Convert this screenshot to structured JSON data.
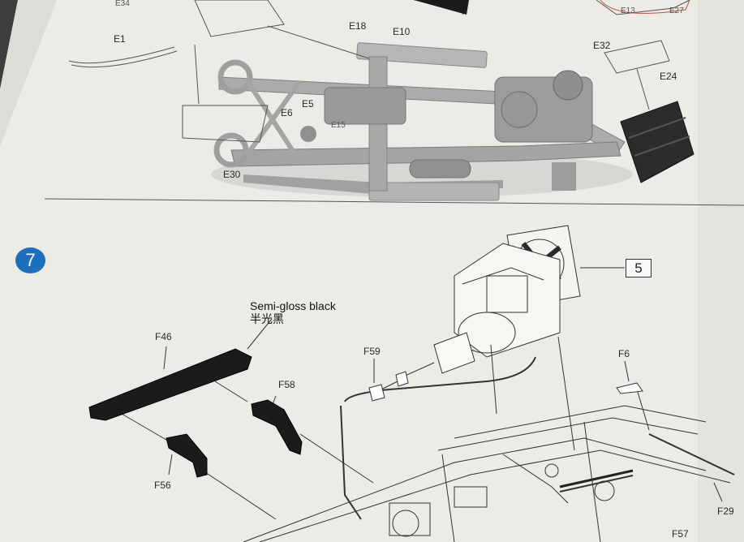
{
  "top_labels": {
    "e34": "E34",
    "e1": "E1",
    "e18": "E18",
    "e10": "E10",
    "e32": "E32",
    "e24": "E24",
    "e13": "E13",
    "e27": "E27",
    "e6": "E6",
    "e5": "E5",
    "e15": "E15",
    "e30": "E30"
  },
  "step": {
    "number": "7",
    "ref": "5",
    "paint_en": "Semi-gloss black",
    "paint_cn": "半光黑"
  },
  "parts": {
    "f46": "F46",
    "f58": "F58",
    "f56": "F56",
    "f59": "F59",
    "f6": "F6",
    "f29": "F29",
    "f57": "F57"
  },
  "colors": {
    "paper": "#ecebe6",
    "model_grey": "#a7aaa8",
    "badge_blue": "#1f6fbf",
    "black_part": "#1b1b1b"
  }
}
